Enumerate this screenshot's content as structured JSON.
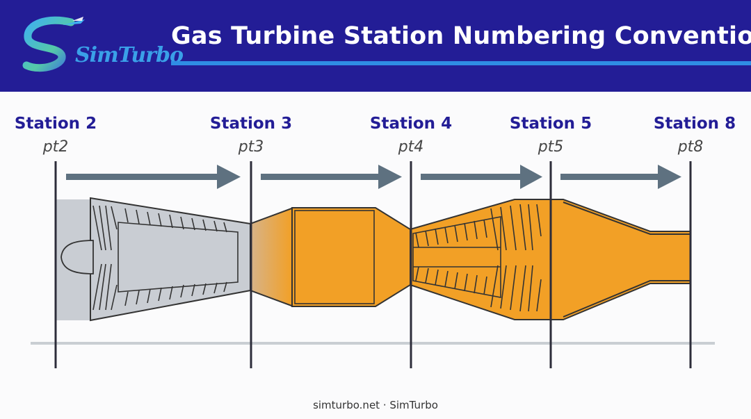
{
  "header": {
    "logo_text": "SimTurbo",
    "title": "Gas Turbine Station Numbering Convention"
  },
  "stations": [
    {
      "label": "Station 2",
      "sub": "pt2"
    },
    {
      "label": "Station 3",
      "sub": "pt3"
    },
    {
      "label": "Station 4",
      "sub": "pt4"
    },
    {
      "label": "Station 5",
      "sub": "pt5"
    },
    {
      "label": "Station 8",
      "sub": "pt8"
    }
  ],
  "footer": {
    "text": "simturbo.net · SimTurbo"
  },
  "colors": {
    "header_bg": "#231d96",
    "accent": "#2f8de4",
    "station_text": "#231d96",
    "cold_section": "#c9cdd3",
    "hot_section": "#f2a026",
    "arrow": "#5e7180"
  }
}
